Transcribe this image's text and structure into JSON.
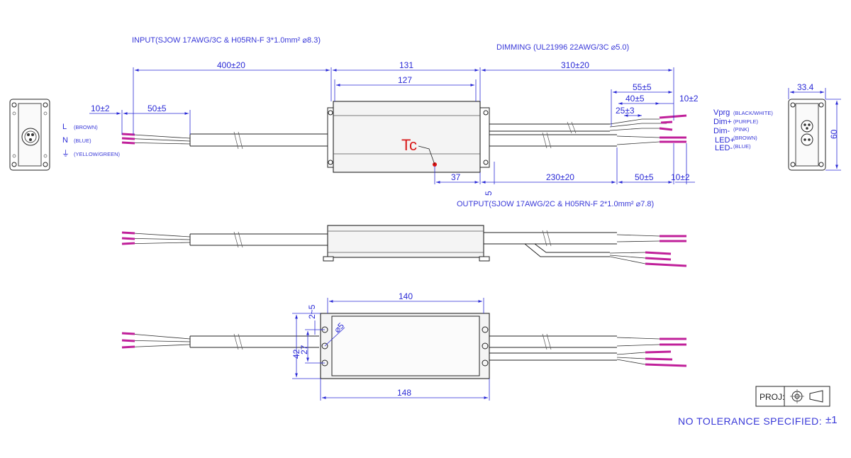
{
  "notes": {
    "input": "INPUT(SJOW 17AWG/3C & H05RN-F 3*1.0mm² ⌀8.3)",
    "dimming": "DIMMING (UL21996 22AWG/3C ⌀5.0)",
    "output": "OUTPUT(SJOW 17AWG/2C & H05RN-F 2*1.0mm² ⌀7.8)",
    "tolerance": "NO TOLERANCE SPECIFIED:",
    "tolerance_value": "±1",
    "proj": "PROJ:",
    "tc": "Tc"
  },
  "input_wires": [
    {
      "label": "L",
      "color": "(BROWN)"
    },
    {
      "label": "N",
      "color": "(BLUE)"
    },
    {
      "label": "⏚",
      "color": "(YELLOW/GREEN)"
    }
  ],
  "output_wires": [
    {
      "label": "Vprg",
      "color": "(BLACK/WHITE)"
    },
    {
      "label": "Dim+",
      "color": "(PURPLE)"
    },
    {
      "label": "Dim-",
      "color": "(PINK)"
    },
    {
      "label": "LED+",
      "color": "(BROWN)"
    },
    {
      "label": "LED-",
      "color": "(BLUE)"
    }
  ],
  "dimensions": {
    "input_length": "400±20",
    "case_131": "131",
    "case_127": "127",
    "dimming_length": "310±20",
    "strip_55": "55±5",
    "strip_40": "40±5",
    "strip_25": "25±3",
    "strip_10_top": "10±2",
    "input_strip_10": "10±2",
    "input_strip_50": "50±5",
    "tc_37": "37",
    "tc_5": "5",
    "output_length": "230±20",
    "output_strip_50": "50±5",
    "output_strip_10": "10±2",
    "end_width": "33.4",
    "end_height": "60",
    "top_140": "140",
    "bottom_148": "148",
    "hole_2_5": "2~5",
    "hole_27": "27",
    "hole_42": "42",
    "hole_dia": "⌀5"
  }
}
